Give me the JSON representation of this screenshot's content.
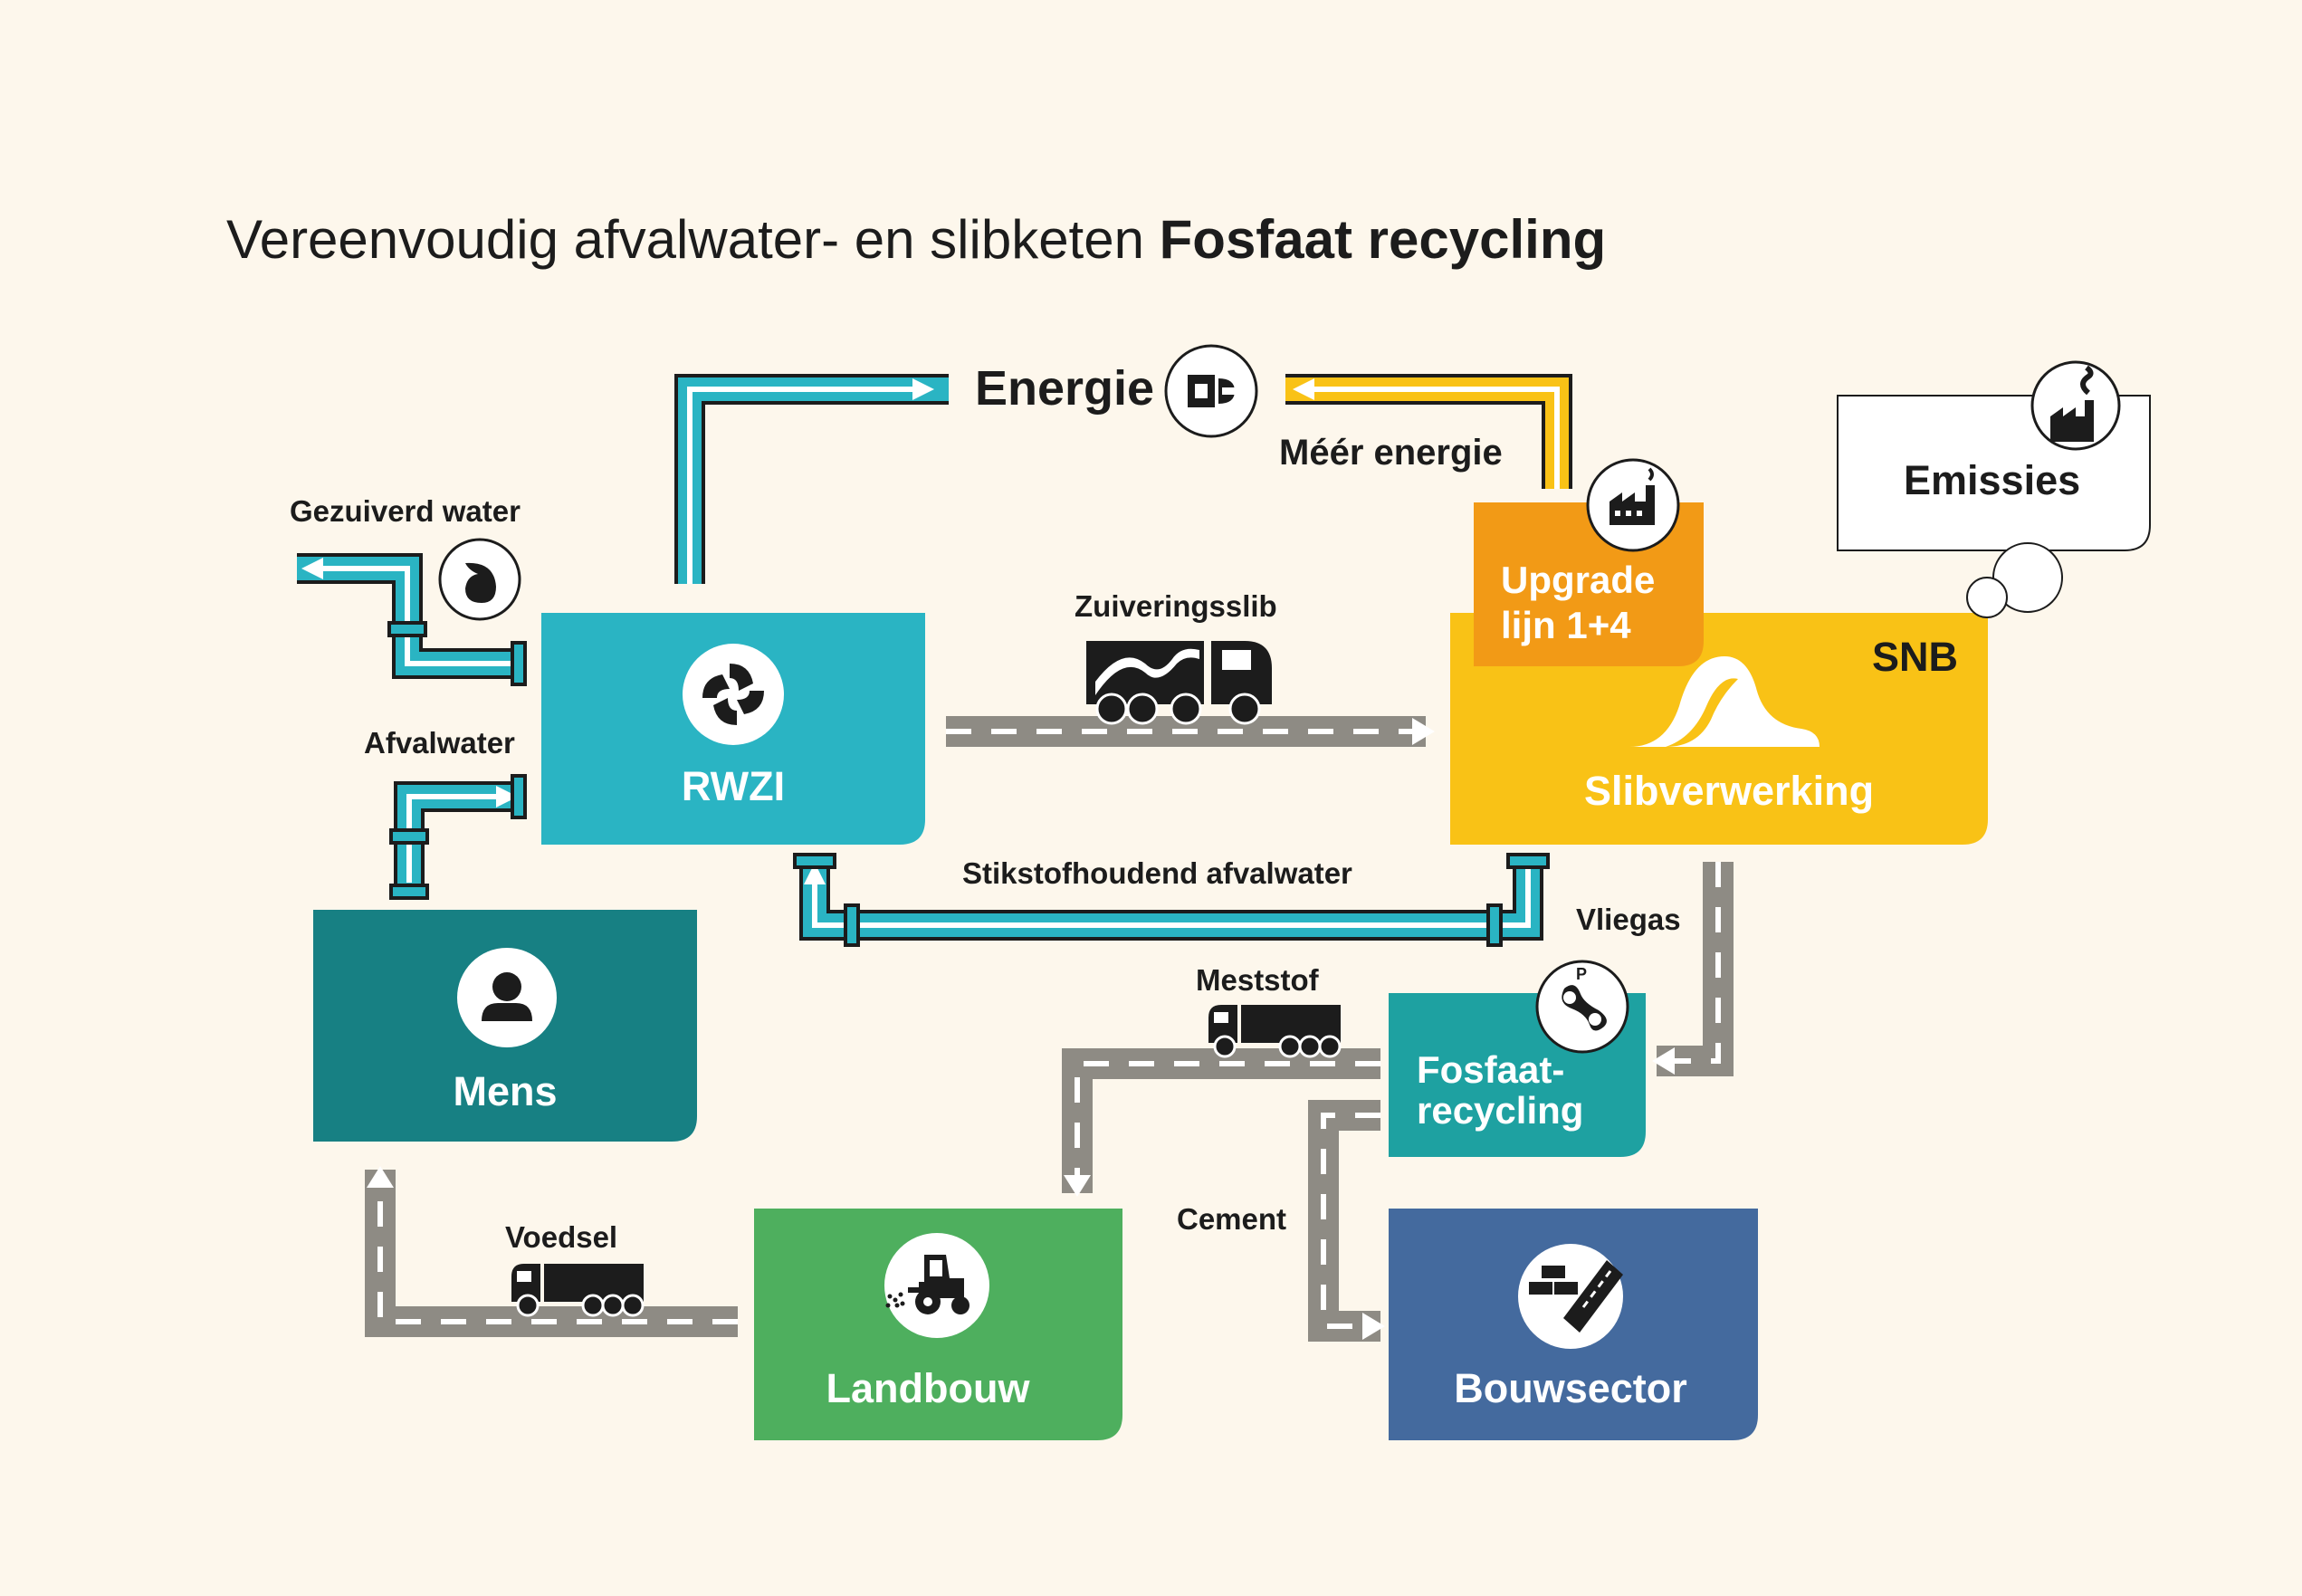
{
  "title": {
    "text_regular": "Vereenvoudig afvalwater- en slibketen",
    "text_bold": "Fosfaat recycling"
  },
  "nodes": {
    "rwzi": "RWZI",
    "mens": "Mens",
    "snb": "SNB",
    "slibverwerking": "Slibverwerking",
    "upgrade_line1": "Upgrade",
    "upgrade_line2": "lijn 1+4",
    "emissies": "Emissies",
    "fosfaat_line1": "Fosfaat-",
    "fosfaat_line2": "recycling",
    "fosfaat_icon_letter": "P",
    "landbouw": "Landbouw",
    "bouwsector": "Bouwsector"
  },
  "flows": {
    "energie": "Energie",
    "meer_energie": "Méér energie",
    "gezuiverd_water": "Gezuiverd water",
    "afvalwater": "Afvalwater",
    "zuiveringsslib": "Zuiveringsslib",
    "stikstofhoudend": "Stikstofhoudend afvalwater",
    "vliegas": "Vliegas",
    "meststof": "Meststof",
    "cement": "Cement",
    "voedsel": "Voedsel"
  },
  "icons": {
    "rwzi": "rotor-icon",
    "energie": "plug-icon",
    "gezuiverd_water": "water-drop-icon",
    "upgrade": "factory-icon",
    "emissies": "factory-smoke-icon",
    "slibverwerking": "sludge-wave-icon",
    "zuiveringsslib": "sludge-truck-icon",
    "mens": "person-icon",
    "fosfaat": "phosphate-icon",
    "landbouw": "tractor-icon",
    "bouwsector": "bricks-road-icon",
    "meststof": "truck-icon",
    "voedsel": "truck-icon"
  },
  "colors": {
    "background": "#FDF7EC",
    "rwzi": "#2AB4C3",
    "mens": "#178083",
    "snb": "#F9C216",
    "upgrade": "#F29A16",
    "fosfaat": "#1EA1A1",
    "landbouw": "#4EAF5E",
    "bouwsector": "#446A9E",
    "pipe_water": "#2AB4C3",
    "pipe_energy": "#F9C216",
    "road": "#8E8B84"
  }
}
